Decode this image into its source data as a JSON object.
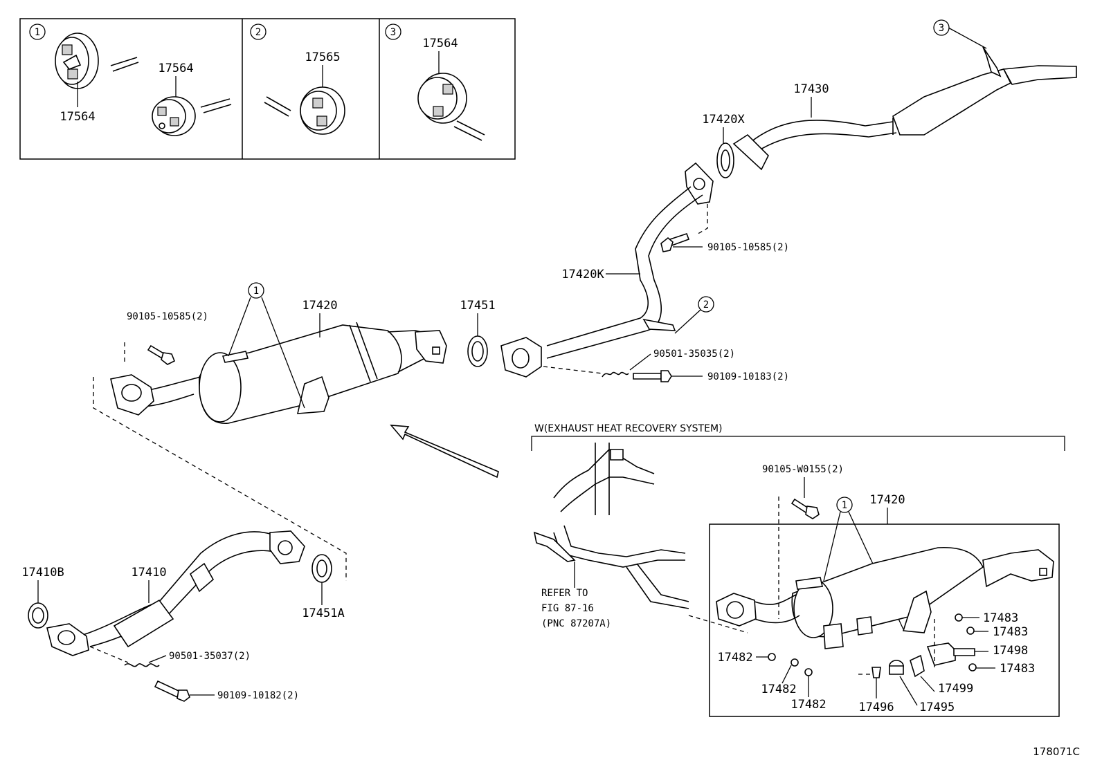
{
  "diagram_id": "178071C",
  "inset": {
    "panels": [
      {
        "num": "1",
        "labels": [
          "17564",
          "17564"
        ]
      },
      {
        "num": "2",
        "labels": [
          "17565"
        ]
      },
      {
        "num": "3",
        "labels": [
          "17564"
        ]
      }
    ]
  },
  "callouts": {
    "c1_main": "1",
    "c2_pipe": "2",
    "c3_tail": "3",
    "c1_ehr": "1"
  },
  "parts": {
    "p17430": "17430",
    "p17420X": "17420X",
    "p17420K": "17420K",
    "bolt_upper": "90105-10585(2)",
    "p17420_main": "17420",
    "bolt_left": "90105-10585(2)",
    "p17451": "17451",
    "spring_upper": "90501-35035(2)",
    "bolt_upper2": "90109-10183(2)",
    "p17410B": "17410B",
    "p17410": "17410",
    "p17451A": "17451A",
    "spring_lower": "90501-35037(2)",
    "bolt_lower": "90109-10182(2)"
  },
  "ehr": {
    "title": "W(EXHAUST HEAT RECOVERY SYSTEM)",
    "refer_lines": [
      "REFER TO",
      "FIG 87-16",
      "(PNC 87207A)"
    ],
    "bolt": "90105-W0155(2)",
    "p17420": "17420",
    "p17483a": "17483",
    "p17483b": "17483",
    "p17498": "17498",
    "p17483c": "17483",
    "p17482a": "17482",
    "p17482b": "17482",
    "p17482c": "17482",
    "p17499": "17499",
    "p17496": "17496",
    "p17495": "17495"
  }
}
